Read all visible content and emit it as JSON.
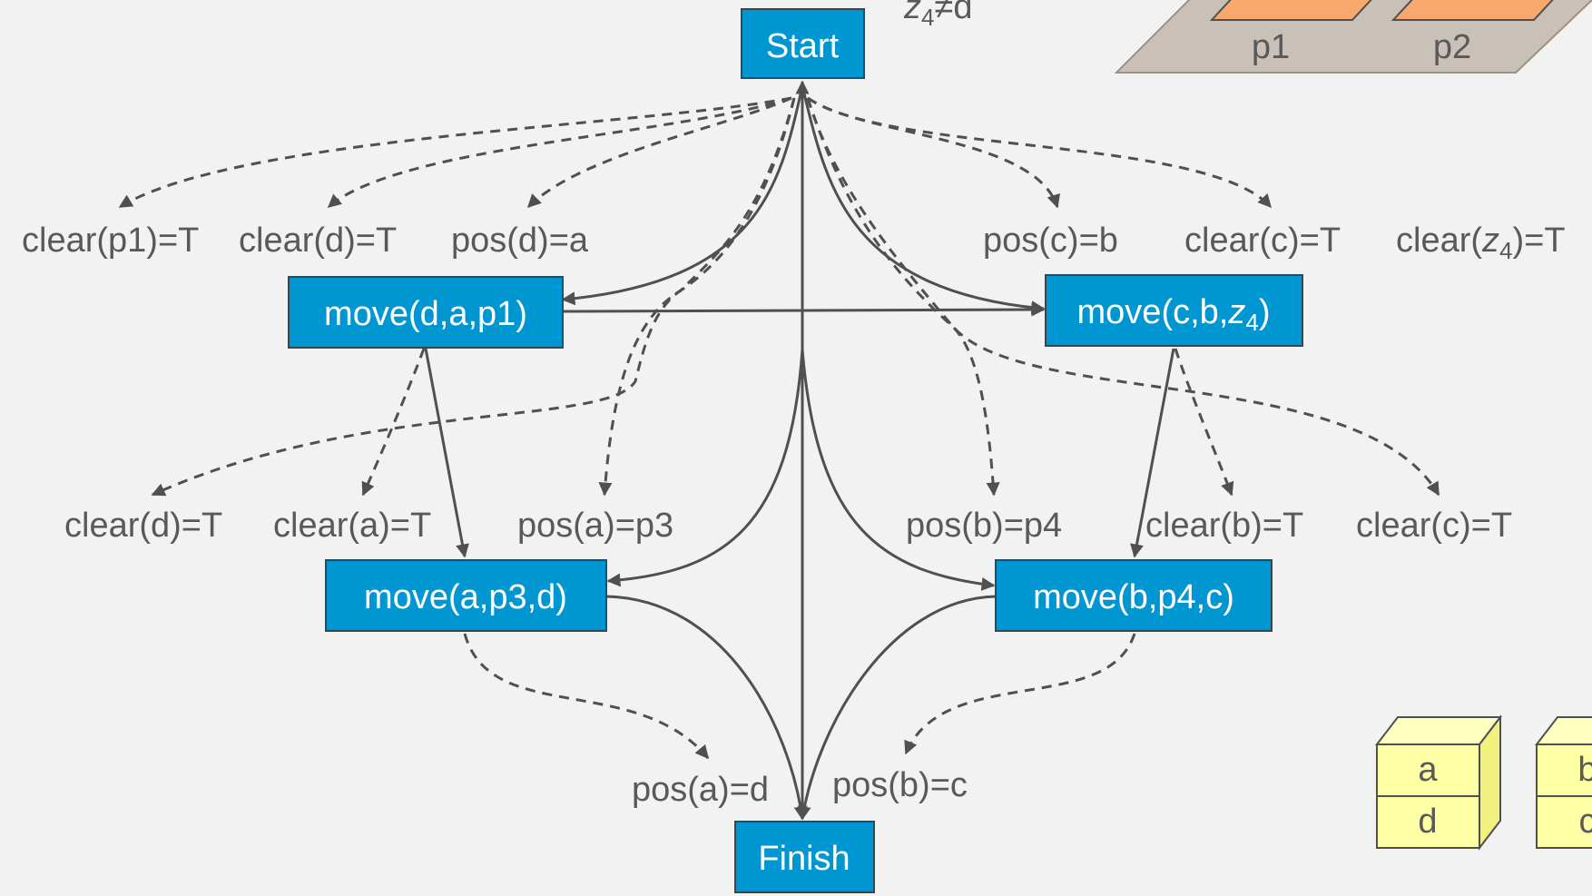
{
  "nodes": {
    "start": "Start",
    "finish": "Finish",
    "move_dap1": {
      "pre": "move(d,a,p1)"
    },
    "move_cbz4": {
      "pre": "move(c,b,",
      "var": "z",
      "sub": "4",
      "post": ")"
    },
    "move_ap3d": {
      "pre": "move(a,p3,d)"
    },
    "move_bp4c": {
      "pre": "move(b,p4,c)"
    }
  },
  "labels": {
    "top_constraint": {
      "var": "z",
      "sub": "4",
      "post": "≠d"
    },
    "clear_p1": "clear(p1)=T",
    "clear_d_top": "clear(d)=T",
    "pos_d_a": "pos(d)=a",
    "pos_c_b": "pos(c)=b",
    "clear_c_top": "clear(c)=T",
    "clear_z4": {
      "pre": "clear(",
      "var": "z",
      "sub": "4",
      "post": ")=T"
    },
    "clear_d_mid": "clear(d)=T",
    "clear_a": "clear(a)=T",
    "pos_a_p3": "pos(a)=p3",
    "pos_b_p4": "pos(b)=p4",
    "clear_b": "clear(b)=T",
    "clear_c_mid": "clear(c)=T",
    "pos_a_d": "pos(a)=d",
    "pos_b_c": "pos(b)=c"
  },
  "goal_scene": {
    "places": [
      "p1",
      "p2"
    ],
    "stack_left": [
      "a",
      "d"
    ],
    "stack_right": [
      "b",
      "c"
    ]
  },
  "colors": {
    "node_fill": "#0096d1",
    "edge": "#505050",
    "label_text": "#595959",
    "block_fill": "#ffffa6",
    "place_fill": "#f8a86c",
    "table_fill": "#c9c1b8"
  }
}
